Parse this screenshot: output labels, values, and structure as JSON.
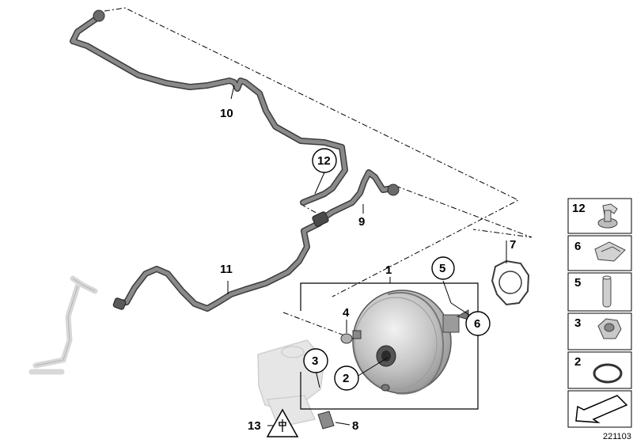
{
  "callouts": {
    "c1": "1",
    "c2": "2",
    "c3": "3",
    "c4": "4",
    "c5": "5",
    "c6": "6",
    "c7": "7",
    "c8": "8",
    "c9": "9",
    "c10": "10",
    "c11": "11",
    "c12": "12",
    "c13": "13"
  },
  "legend": {
    "items": [
      {
        "number": "12",
        "icon": "hose-clip-icon"
      },
      {
        "number": "6",
        "icon": "spring-clip-icon"
      },
      {
        "number": "5",
        "icon": "pin-icon"
      },
      {
        "number": "3",
        "icon": "hex-nut-icon"
      },
      {
        "number": "2",
        "icon": "o-ring-icon"
      },
      {
        "number": "",
        "icon": "pointer-arrow-icon"
      }
    ]
  },
  "diagram_id": "221103",
  "colors": {
    "hose": "#555555",
    "ghost_part": "#dcdcdc",
    "booster": "#c8c8c8"
  }
}
